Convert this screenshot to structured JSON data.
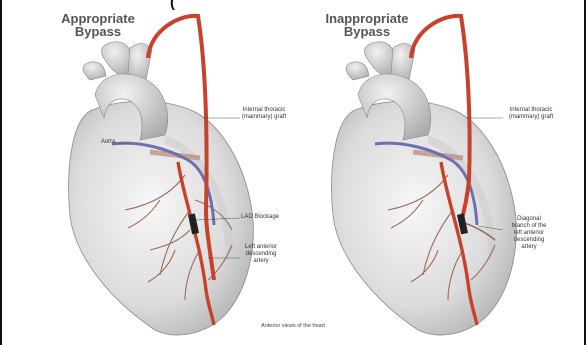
{
  "diagram": {
    "top_cut_text": "(",
    "panels": [
      {
        "title": "Appropriate\nBypass",
        "labels": {
          "graft": "Internal thoracic\n(mammary) graft",
          "aorta": "Aorta",
          "blockage": "LAD Blockage",
          "artery": "Left anterior\ndescending\nartery"
        }
      },
      {
        "title": "Inappropriate\nBypass",
        "labels": {
          "graft": "Internal thoracic\n(mammary) graft",
          "branch": "Diagonal\nbranch of the\nleft anterior\ndescending\nartery"
        }
      }
    ],
    "caption": "Anterior views of the heart"
  },
  "colors": {
    "heart_light": "#e9e9e9",
    "heart_dark": "#9a9a9a",
    "graft_red": "#c8412b",
    "vein_blue": "#6c6fb0",
    "branch_brown": "#9b6a5a",
    "blockage": "#222222"
  }
}
